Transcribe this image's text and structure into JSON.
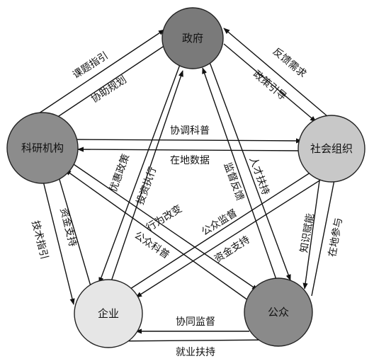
{
  "nodes": {
    "government": {
      "label": "政府",
      "fill": "#7a7a7a"
    },
    "research": {
      "label": "科研机构",
      "fill": "#8c8c8c"
    },
    "social": {
      "label": "社会组织",
      "fill": "#c8c8c8"
    },
    "enterprise": {
      "label": "企业",
      "fill": "#e6e6e6"
    },
    "public": {
      "label": "公众",
      "fill": "#8a8a8a"
    }
  },
  "edges": {
    "topic_guidance": "课题指引",
    "assist_planning": "协助规划",
    "feedback_demand": "反馈需求",
    "policy_guidance": "政策引导",
    "coordinate_science": "协调科普",
    "local_data": "在地数据",
    "preferential_policy": "优惠政策",
    "investment_execution": "投资执行",
    "supervision_feedback": "监督反馈",
    "talent_support": "人才扶持",
    "behavior_change": "行为改变",
    "public_supervision": "公众监督",
    "funding_support_1": "资金支持",
    "tech_guidance": "技术指引",
    "public_science": "公众科普",
    "funding_support_2": "资金支持",
    "knowledge_empower": "知识赋能",
    "local_participation": "在地参与",
    "collaborative_supervision": "协同监督",
    "employment_support": "就业扶持"
  }
}
